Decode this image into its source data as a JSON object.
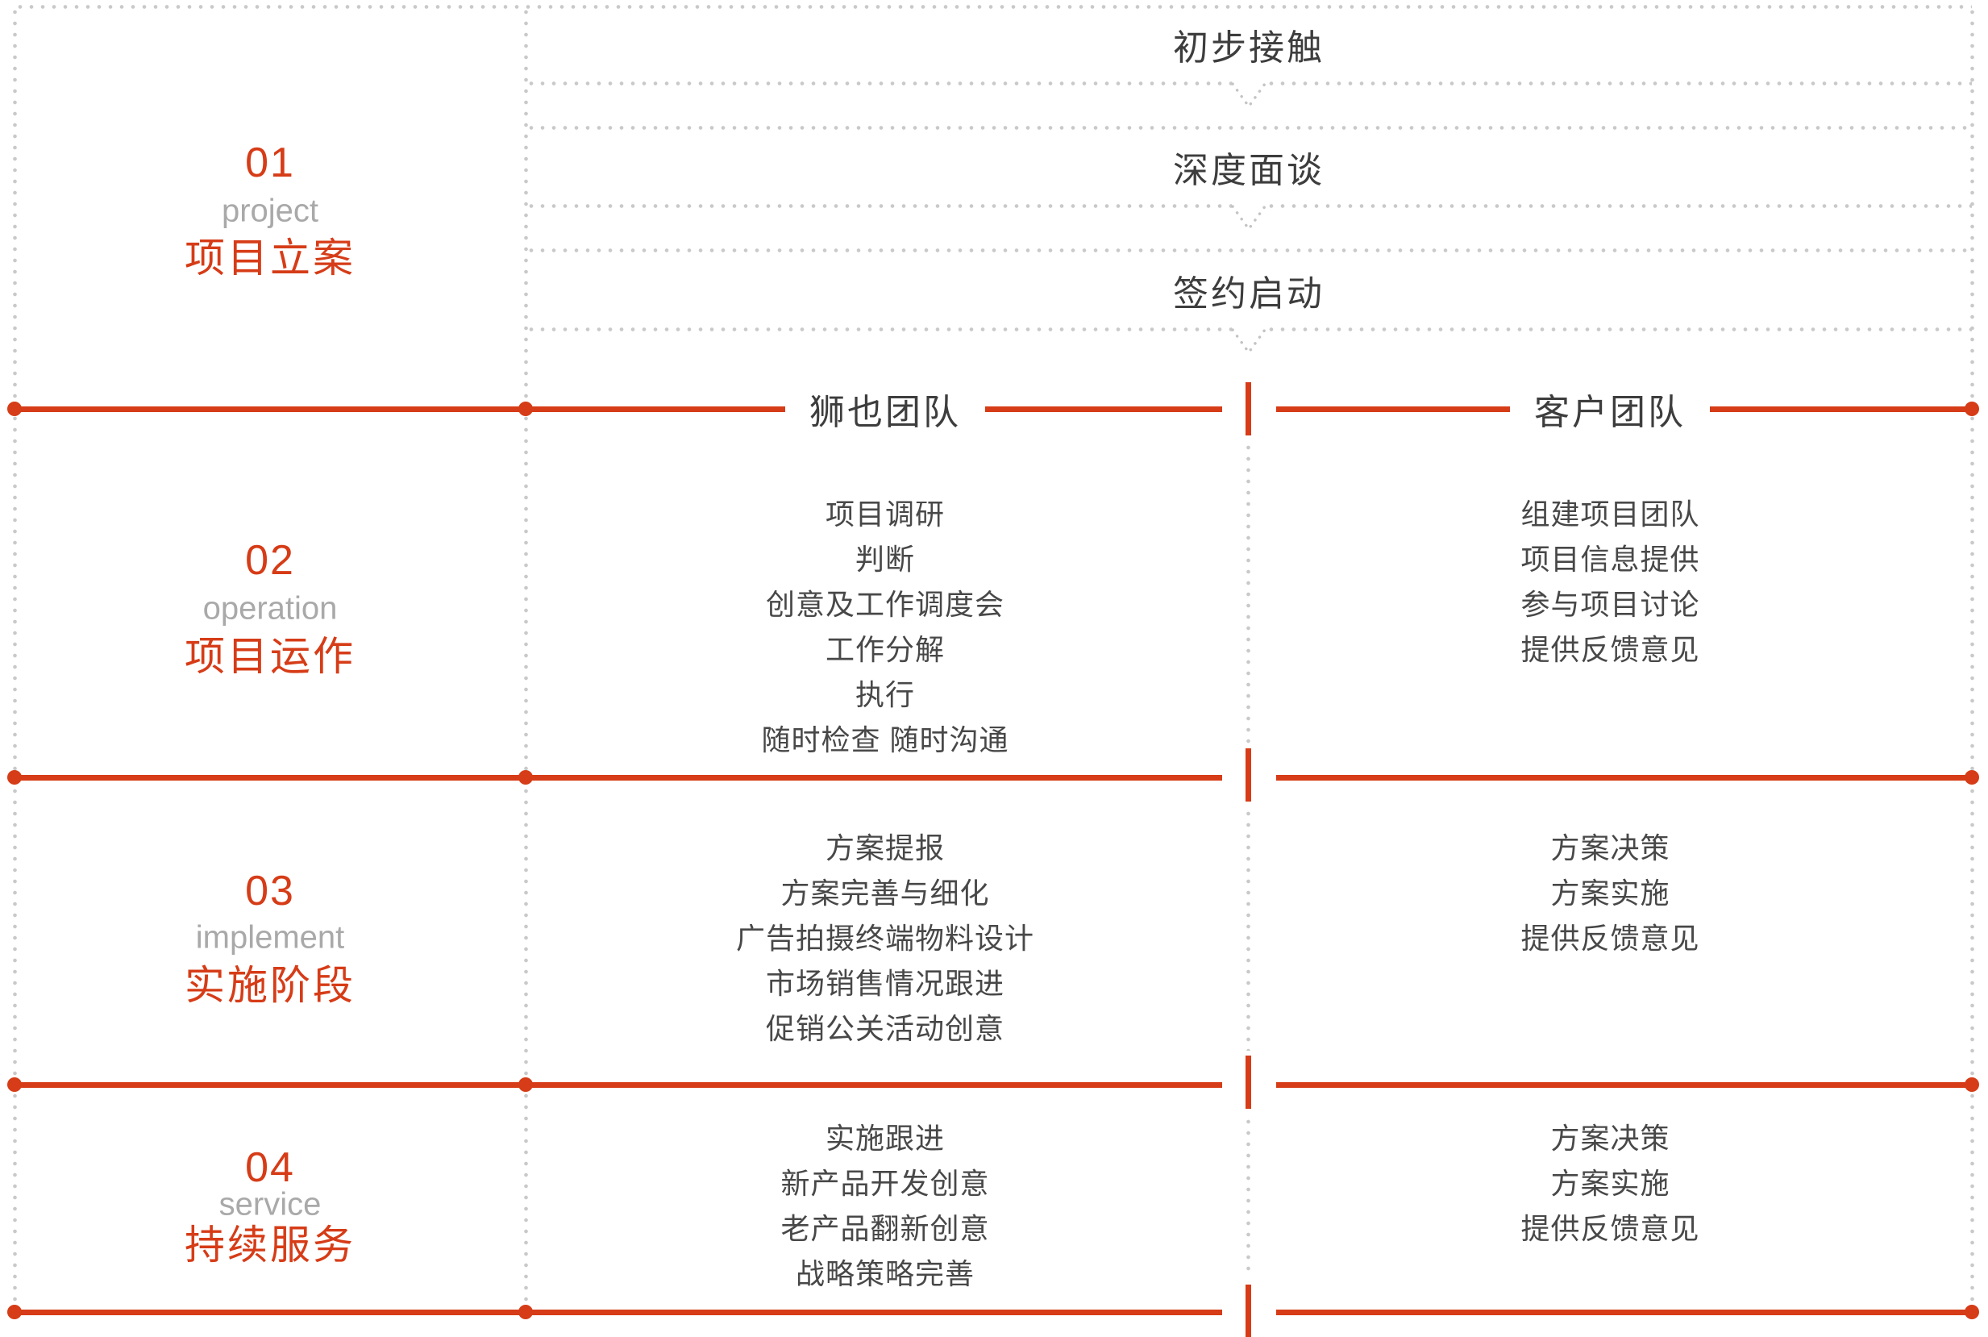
{
  "colors": {
    "red": "#d63c17",
    "dot_gray": "#c9c9c9",
    "heading_gray": "#3d3d3d",
    "list_gray": "#484848",
    "english_gray": "#a9a9a9"
  },
  "stages": [
    {
      "number": "01",
      "en": "project",
      "zh": "项目立案"
    },
    {
      "number": "02",
      "en": "operation",
      "zh": "项目运作"
    },
    {
      "number": "03",
      "en": "implement",
      "zh": "实施阶段"
    },
    {
      "number": "04",
      "en": "service",
      "zh": "持续服务"
    }
  ],
  "intro_steps": [
    "初步接触",
    "深度面谈",
    "签约启动"
  ],
  "teams": {
    "left": "狮也团队",
    "right": "客户团队"
  },
  "phases": [
    {
      "team": [
        "项目调研",
        "判断",
        "创意及工作调度会",
        "工作分解",
        "执行",
        "随时检查 随时沟通"
      ],
      "client": [
        "组建项目团队",
        "项目信息提供",
        "参与项目讨论",
        "提供反馈意见"
      ]
    },
    {
      "team": [
        "方案提报",
        "方案完善与细化",
        "广告拍摄终端物料设计",
        "市场销售情况跟进",
        "促销公关活动创意"
      ],
      "client": [
        "方案决策",
        "方案实施",
        "提供反馈意见"
      ]
    },
    {
      "team": [
        "实施跟进",
        "新产品开发创意",
        "老产品翻新创意",
        "战略策略完善"
      ],
      "client": [
        "方案决策",
        "方案实施",
        "提供反馈意见"
      ]
    }
  ]
}
